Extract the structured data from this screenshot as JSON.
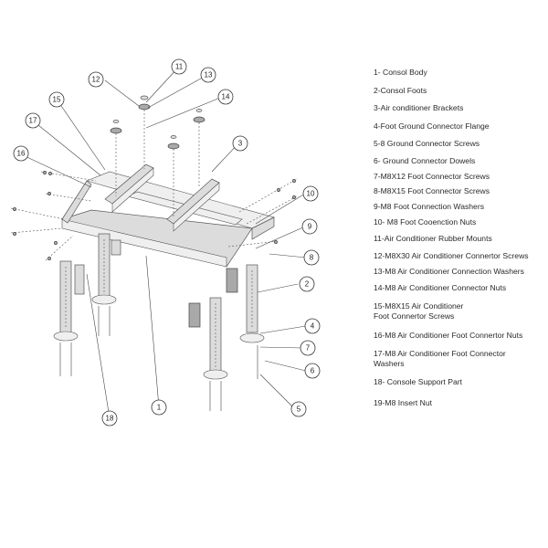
{
  "legend": [
    "1- Consol Body",
    "2-Consol Foots",
    "3-Air conditioner Brackets",
    "4-Foot Ground Connector Flange",
    "5-8 Ground Connector Screws",
    "6- Ground Connector Dowels",
    "7-M8X12 Foot Connector Screws",
    "8-M8X15 Foot Connector Screws",
    "9-M8 Foot Connection Washers",
    "10- M8 Foot Cooenction Nuts",
    "11-Air Conditioner Rubber Mounts",
    "12-M8X30 Air Conditioner Connertor Screws",
    "13-M8 Air Conditioner Connection Washers",
    "14-M8 Air Conditioner Connector Nuts",
    "15-M8X15 Air Conditioner\nFoot Connertor Screws",
    "16-M8 Air Conditioner Foot Connertor Nuts",
    "17-M8 Air Conditioner Foot Connector\nWashers",
    "18- Console Support Part",
    "19-M8 Insert Nut"
  ],
  "callouts": [
    "1",
    "2",
    "3",
    "4",
    "5",
    "6",
    "7",
    "8",
    "9",
    "10",
    "11",
    "12",
    "13",
    "14",
    "15",
    "16",
    "17",
    "18"
  ]
}
